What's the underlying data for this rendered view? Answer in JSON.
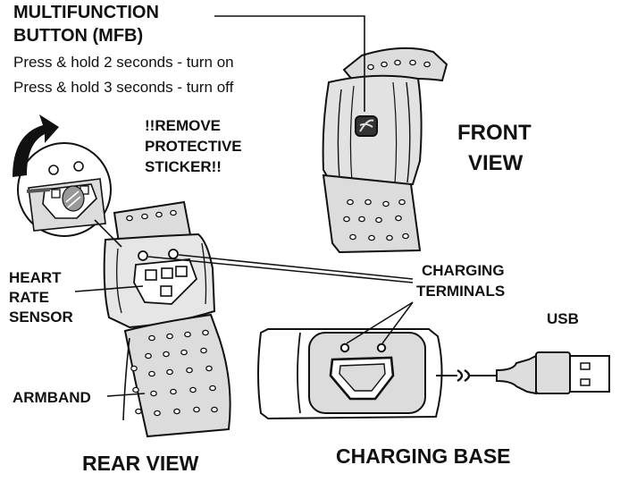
{
  "labels": {
    "mfb_line1": "MULTIFUNCTION",
    "mfb_line2": "BUTTON (MFB)",
    "mfb_note_on": "Press & hold 2 seconds - turn on",
    "mfb_note_off": "Press & hold 3 seconds - turn off",
    "sticker_line1": "!!REMOVE",
    "sticker_line2": "PROTECTIVE",
    "sticker_line3": "STICKER!!",
    "front_line1": "FRONT",
    "front_line2": "VIEW",
    "hr_line1": "HEART",
    "hr_line2": "RATE",
    "hr_line3": "SENSOR",
    "armband": "ARMBAND",
    "charging_line1": "CHARGING",
    "charging_line2": "TERMINALS",
    "usb": "USB",
    "rear_view": "REAR VIEW",
    "charging_base": "CHARGING BASE"
  },
  "colors": {
    "ink": "#111111",
    "band_gray": "#dcdcdc",
    "background": "#ffffff"
  }
}
